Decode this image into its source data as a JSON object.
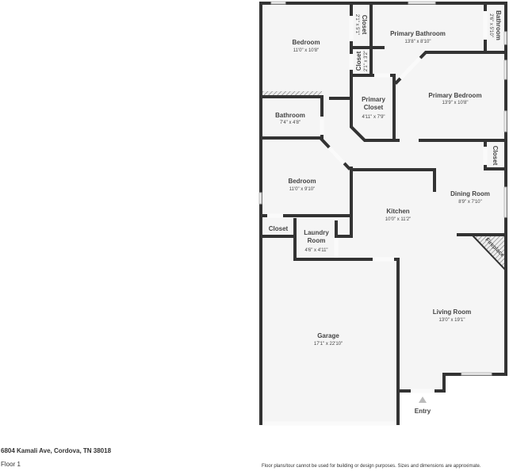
{
  "rooms": [
    {
      "name": "Bedroom",
      "dims": "11'0\" x 10'8\""
    },
    {
      "name": "Closet",
      "dims": "2'1\" x 5'1\""
    },
    {
      "name": "Primary Bathroom",
      "dims": "13'8\" x 8'10\""
    },
    {
      "name": "Bathroom",
      "dims": "2'6\" x 5'10\""
    },
    {
      "name": "Closet",
      "dims": "2'1\" x 3'2\""
    },
    {
      "name": "Primary Closet",
      "dims": "4'11\" x 7'9\""
    },
    {
      "name": "Primary Bedroom",
      "dims": "13'9\" x 10'8\""
    },
    {
      "name": "Bathroom",
      "dims": "7'4\" x 4'8\""
    },
    {
      "name": "Closet",
      "dims": ""
    },
    {
      "name": "Bedroom",
      "dims": "11'0\" x 9'10\""
    },
    {
      "name": "Kitchen",
      "dims": "10'0\" x 11'2\""
    },
    {
      "name": "Dining Room",
      "dims": "8'9\" x 7'10\""
    },
    {
      "name": "Closet",
      "dims": ""
    },
    {
      "name": "Laundry Room",
      "dims": "4'6\" x 4'11\""
    },
    {
      "name": "Fireplace",
      "dims": ""
    },
    {
      "name": "Living Room",
      "dims": "13'0\" x 19'1\""
    },
    {
      "name": "Garage",
      "dims": "17'1\" x 22'10\""
    }
  ],
  "entry_label": "Entry",
  "address": "6804 Kamali Ave, Cordova, TN 38018",
  "floor": "Floor 1",
  "disclaimer": "Floor plans/tour cannot be used for building or design purposes. Sizes and dimensions are approximate.",
  "colors": {
    "floor": "#f5f5f5",
    "wall": "#333333"
  }
}
